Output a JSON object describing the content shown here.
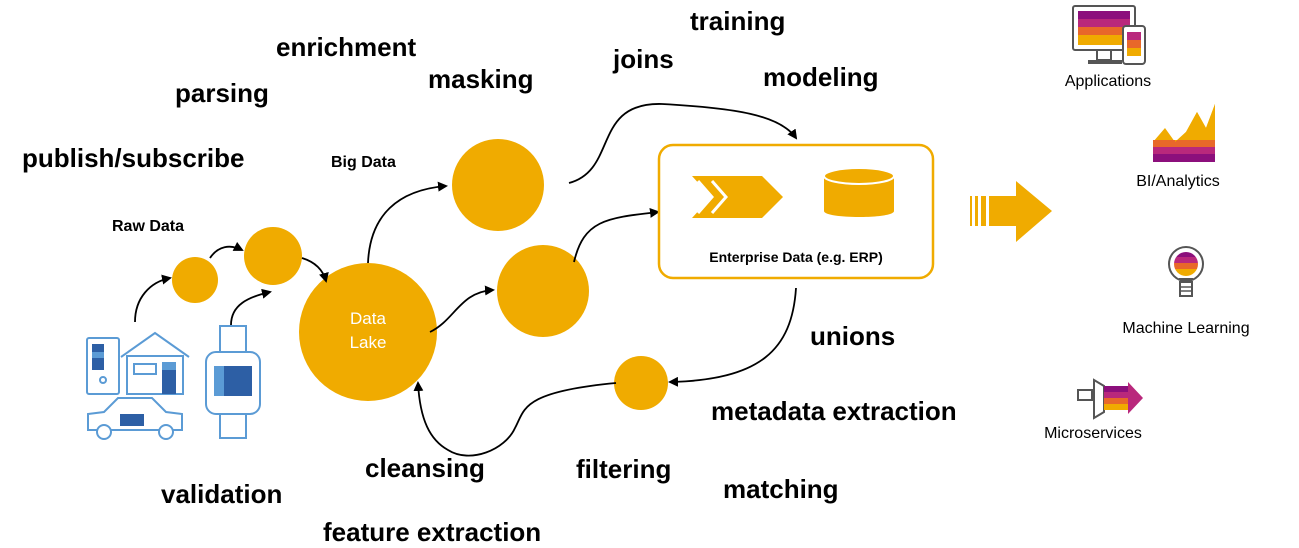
{
  "colors": {
    "accent": "#f0ab00",
    "purple": "#8c0f7c",
    "magenta": "#b9287c",
    "orange": "#e8682a",
    "blue": "#2d5fa5",
    "lightblue": "#5b9bd5"
  },
  "operations": {
    "publish_subscribe": "publish/subscribe",
    "parsing": "parsing",
    "enrichment": "enrichment",
    "masking": "masking",
    "joins": "joins",
    "training": "training",
    "modeling": "modeling",
    "unions": "unions",
    "metadata_extraction": "metadata extraction",
    "matching": "matching",
    "filtering": "filtering",
    "cleansing": "cleansing",
    "validation": "validation",
    "feature_extraction": "feature extraction"
  },
  "labels": {
    "raw_data": "Raw Data",
    "big_data": "Big Data",
    "data_lake_line1": "Data",
    "data_lake_line2": "Lake",
    "enterprise_data": "Enterprise Data (e.g. ERP)"
  },
  "consumers": {
    "applications": "Applications",
    "bi_analytics": "BI/Analytics",
    "machine_learning": "Machine Learning",
    "microservices": "Microservices"
  },
  "icons": [
    "devices-icon",
    "house-icon",
    "car-icon",
    "smartwatch-icon",
    "chevron-arrow-icon",
    "database-icon",
    "arrow-right-icon",
    "monitor-phone-icon",
    "area-chart-icon",
    "lightbulb-icon",
    "microservice-icon"
  ]
}
